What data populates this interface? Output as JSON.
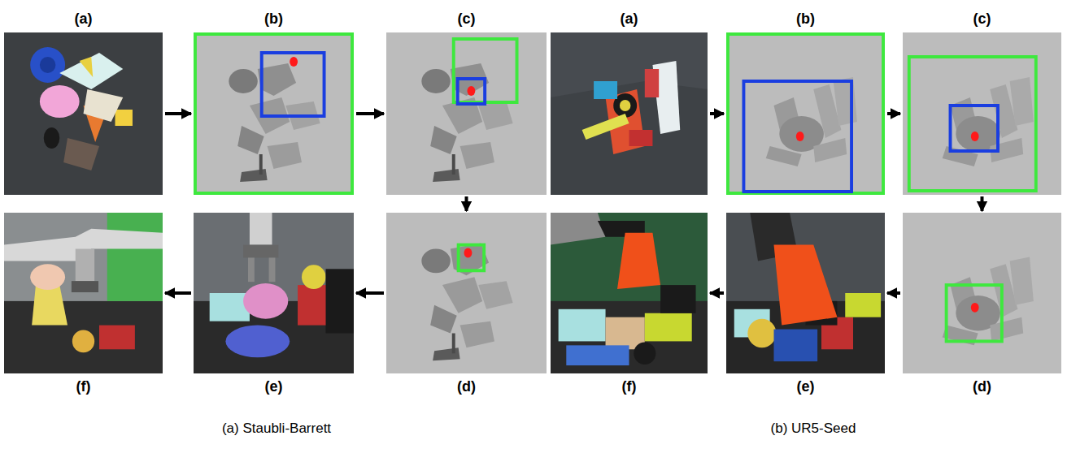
{
  "diagram": {
    "nodes": [
      {
        "text": [
          "(a)"
        ]
      },
      {
        "text": [
          "(b)"
        ]
      },
      {
        "text": [
          "(c)"
        ]
      },
      {
        "text": [
          "(d)"
        ]
      },
      {
        "text": [
          "(e)"
        ]
      },
      {
        "text": [
          "(f)"
        ]
      },
      {
        "text": [
          "(a)"
        ]
      },
      {
        "text": [
          "(b)"
        ]
      },
      {
        "text": [
          "(c)"
        ]
      },
      {
        "text": [
          "(d)"
        ]
      },
      {
        "text": [
          "(e)"
        ]
      },
      {
        "text": [
          "(f)"
        ]
      }
    ],
    "edges": [
      {
        "from": 0,
        "to": 1,
        "arrow": "to"
      },
      {
        "from": 1,
        "to": 2,
        "arrow": "to"
      },
      {
        "from": 2,
        "to": 3,
        "arrow": "to"
      },
      {
        "from": 3,
        "to": 4,
        "arrow": "to"
      },
      {
        "from": 4,
        "to": 5,
        "arrow": "to"
      },
      {
        "from": 6,
        "to": 7,
        "arrow": "to"
      },
      {
        "from": 7,
        "to": 8,
        "arrow": "to"
      },
      {
        "from": 8,
        "to": 9,
        "arrow": "to"
      },
      {
        "from": 9,
        "to": 10,
        "arrow": "to"
      },
      {
        "from": 10,
        "to": 11,
        "arrow": "to"
      }
    ],
    "labels": [
      "(a) Staubli-Barrett",
      "(b) UR5-Seed"
    ]
  }
}
